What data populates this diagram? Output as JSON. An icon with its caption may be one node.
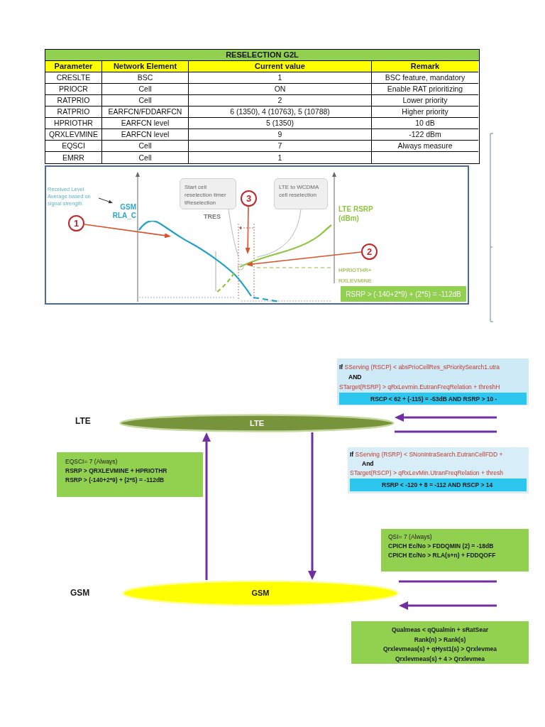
{
  "diagram": {
    "nodes": [
      {
        "text": [],
        "shape": "box"
      },
      {
        "text": [
          "Received Level Average based on signal strength"
        ],
        "in": 0
      },
      {
        "text": [
          "GSM RLA_C"
        ],
        "in": 0
      },
      {
        "text": [
          "1"
        ],
        "in": 0
      },
      {
        "text": [
          "Start cell reselection timer tReselection"
        ],
        "in": 0
      },
      {
        "text": [
          "3"
        ],
        "in": 0
      },
      {
        "text": [
          "LTE to WCDMA cell reselection"
        ],
        "in": 0
      },
      {
        "text": [
          "2"
        ],
        "in": 0
      },
      {
        "text": [
          "RSRP > (-140+2*9) + (2*5) = -112dB"
        ],
        "in": 0
      },
      {
        "text": [
          "**If** SServing (RSCP) < absPrioCellRes_sPrioritySearch1.utra",
          "AND",
          "STarget(RSRP) > qRxLevmin.EutranFreqRelation + threshH"
        ]
      },
      {
        "text": [
          "RSCP < 62 + (-115) = -53dB AND RSRP > 10 -"
        ],
        "in": 9
      },
      {
        "text": [
          "LTE"
        ],
        "beside": [
          "LTE"
        ]
      },
      {
        "text": [
          "EQSCI= 7 (Always)",
          "RSRP > QRXLEVMINE + HPRIOTHR",
          "RSRP > (-140+2*9) + (2*5) = -112dB"
        ]
      },
      {
        "text": [
          "**If** SServing (RSRP) < SNonIntraSearch.EutranCellFDD +",
          "And",
          "STarget(RSCP) > qRxLevMin.UtranFreqRelation + thresh"
        ]
      },
      {
        "text": [
          "RSRP < -120 + 8 = -112 AND RSCP > 14"
        ],
        "in": 13
      },
      {
        "text": [
          "QSI= 7 (Always)",
          "CPICH Ec/No > FDDQMIN (2) = -18dB",
          "CPICH Ec/No > RLA(s+n) + FDDQOFF"
        ]
      },
      {
        "text": [
          "GSM"
        ],
        "beside": [
          "GSM"
        ]
      },
      {
        "text": [
          "Qualmeas < qQualmin + sRatSear",
          "Rank(n) > Rank(s)",
          "Qrxlevmeas(s) + qHyst1(s) > Qrxlevmea",
          "Qrxlevmeas(s) + 4 > Qrxlevmea"
        ]
      }
    ],
    "edges": [
      {
        "from": 1,
        "to": 2,
        "arrow": "to",
        "color": "#333333"
      },
      {
        "from": 3,
        "to": null,
        "arrow": "to",
        "color": "#d9532b"
      },
      {
        "from": 5,
        "to": null,
        "arrow": "to",
        "color": "#d9532b"
      },
      {
        "from": 7,
        "to": null,
        "arrow": "to",
        "color": "#d9532b"
      },
      {
        "from": 4,
        "to": null,
        "arrow": "none",
        "color": "#a6a6a6"
      },
      {
        "from": 6,
        "to": null,
        "arrow": "none",
        "color": "#a6a6a6"
      },
      {
        "from": 16,
        "to": 11,
        "arrow": "to"
      },
      {
        "from": 11,
        "to": 16,
        "arrow": "to"
      },
      {
        "from": null,
        "to": 11,
        "arrow": "to"
      },
      {
        "from": 11,
        "to": null,
        "arrow": "none"
      },
      {
        "from": 16,
        "to": null,
        "arrow": "none"
      },
      {
        "from": null,
        "to": 16,
        "arrow": "to"
      }
    ],
    "labels": [
      "RESELECTION G2L",
      "Parameter",
      "Network Element",
      "Current value",
      "Remark",
      "CRESLTE",
      "BSC",
      "1",
      "BSC feature, mandatory",
      "PRIOCR",
      "Cell",
      "ON",
      "Enable RAT prioritizing",
      "RATPRIO",
      "Cell",
      "2",
      "Lower priority",
      "RATPRIO",
      "EARFCN/FDDARFCN",
      "6 (1350), 4 (10763), 5 (10788)",
      "Higher priority",
      "HPRIOTHR",
      "EARFCN level",
      "5 (1350)",
      "10 dB",
      "QRXLEVMINE",
      "EARFCN level",
      "9",
      "-122 dBm",
      "EQSCI",
      "Cell",
      "7",
      "Always measure",
      "EMRR",
      "Cell",
      "1",
      "LTE RSRP (dBm)",
      "TRES",
      "HPRIOTHR+ RXLEVMINE"
    ]
  }
}
